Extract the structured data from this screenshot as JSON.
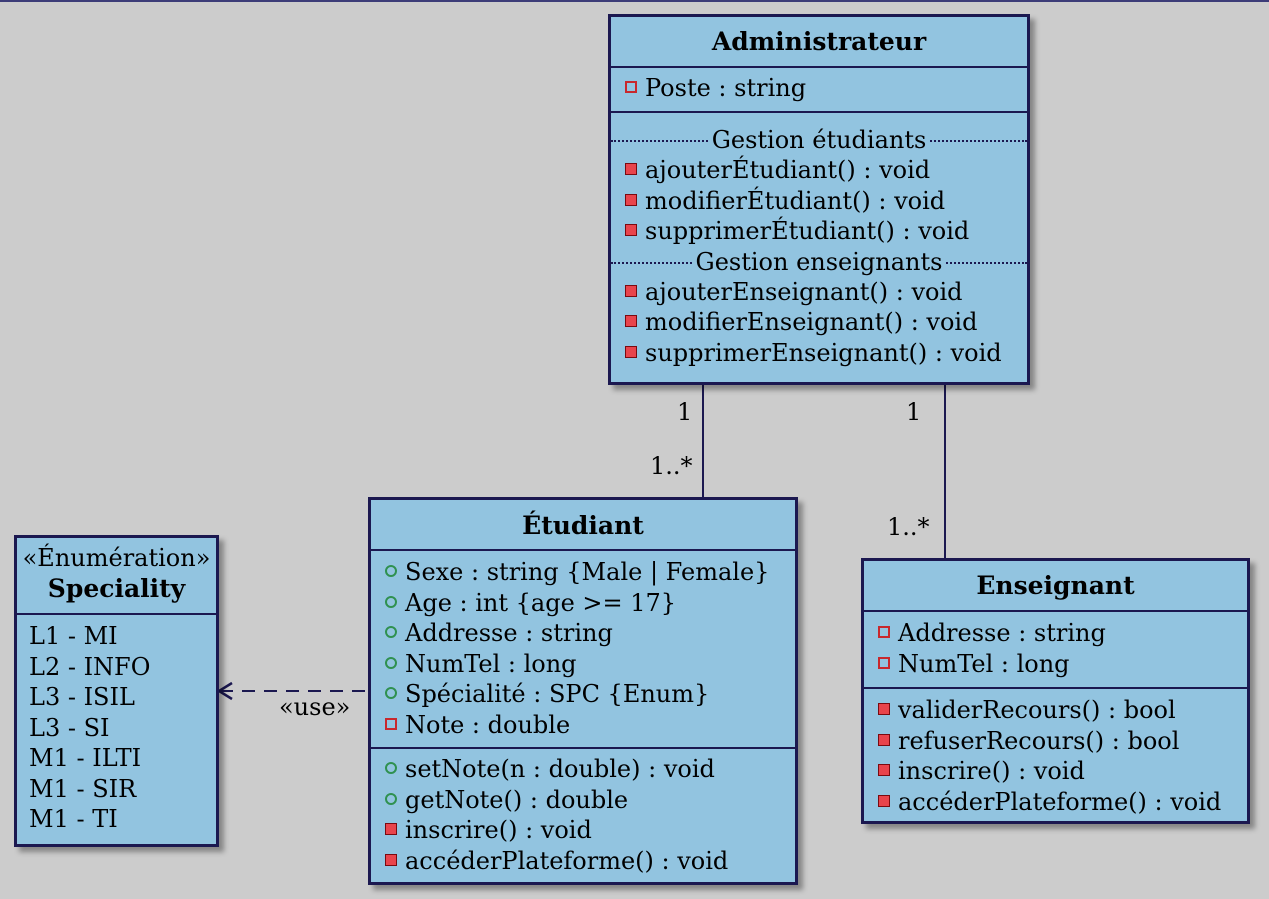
{
  "administrateur": {
    "name": "Administrateur",
    "attributes": [
      {
        "visibility": "private",
        "text": "Poste : string"
      }
    ],
    "groups": [
      {
        "label": "Gestion étudiants",
        "methods": [
          {
            "visibility": "private",
            "text": "ajouterÉtudiant() : void"
          },
          {
            "visibility": "private",
            "text": "modifierÉtudiant() : void"
          },
          {
            "visibility": "private",
            "text": "supprimerÉtudiant() : void"
          }
        ]
      },
      {
        "label": "Gestion enseignants",
        "methods": [
          {
            "visibility": "private",
            "text": "ajouterEnseignant() : void"
          },
          {
            "visibility": "private",
            "text": "modifierEnseignant() : void"
          },
          {
            "visibility": "private",
            "text": "supprimerEnseignant() : void"
          }
        ]
      }
    ]
  },
  "etudiant": {
    "name": "Étudiant",
    "attributes": [
      {
        "visibility": "public",
        "text": "Sexe : string {Male | Female}"
      },
      {
        "visibility": "public",
        "text": "Age : int {age >= 17}"
      },
      {
        "visibility": "public",
        "text": "Addresse : string"
      },
      {
        "visibility": "public",
        "text": "NumTel : long"
      },
      {
        "visibility": "public",
        "text": "Spécialité : SPC {Enum}"
      },
      {
        "visibility": "private",
        "text": "Note : double"
      }
    ],
    "methods": [
      {
        "visibility": "public",
        "text": "setNote(n : double) : void"
      },
      {
        "visibility": "public",
        "text": "getNote() : double"
      },
      {
        "visibility": "private",
        "text": "inscrire() : void"
      },
      {
        "visibility": "private",
        "text": "accéderPlateforme() : void"
      }
    ]
  },
  "enseignant": {
    "name": "Enseignant",
    "attributes": [
      {
        "visibility": "private",
        "text": "Addresse : string"
      },
      {
        "visibility": "private",
        "text": "NumTel : long"
      }
    ],
    "methods": [
      {
        "visibility": "private",
        "text": "validerRecours() : bool"
      },
      {
        "visibility": "private",
        "text": "refuserRecours() : bool"
      },
      {
        "visibility": "private",
        "text": "inscrire() : void"
      },
      {
        "visibility": "private",
        "text": "accéderPlateforme() : void"
      }
    ]
  },
  "speciality": {
    "stereotype": "«Énumération»",
    "name": "Speciality",
    "values": [
      "L1 - MI",
      "L2 - INFO",
      "L3 - ISIL",
      "L3 - SI",
      "M1 - ILTI",
      "M1 - SIR",
      "M1 - TI"
    ]
  },
  "relations": {
    "admin_etudiant": {
      "source_mult": "1",
      "target_mult": "1..*"
    },
    "admin_enseignant": {
      "source_mult": "1",
      "target_mult": "1..*"
    },
    "use": {
      "label": "«use»"
    }
  },
  "colors": {
    "background": "#cccccc",
    "class_fill": "#92c4e0",
    "border": "#1b1850",
    "private_icon": "#c8282d",
    "public_icon": "#2f9150"
  }
}
